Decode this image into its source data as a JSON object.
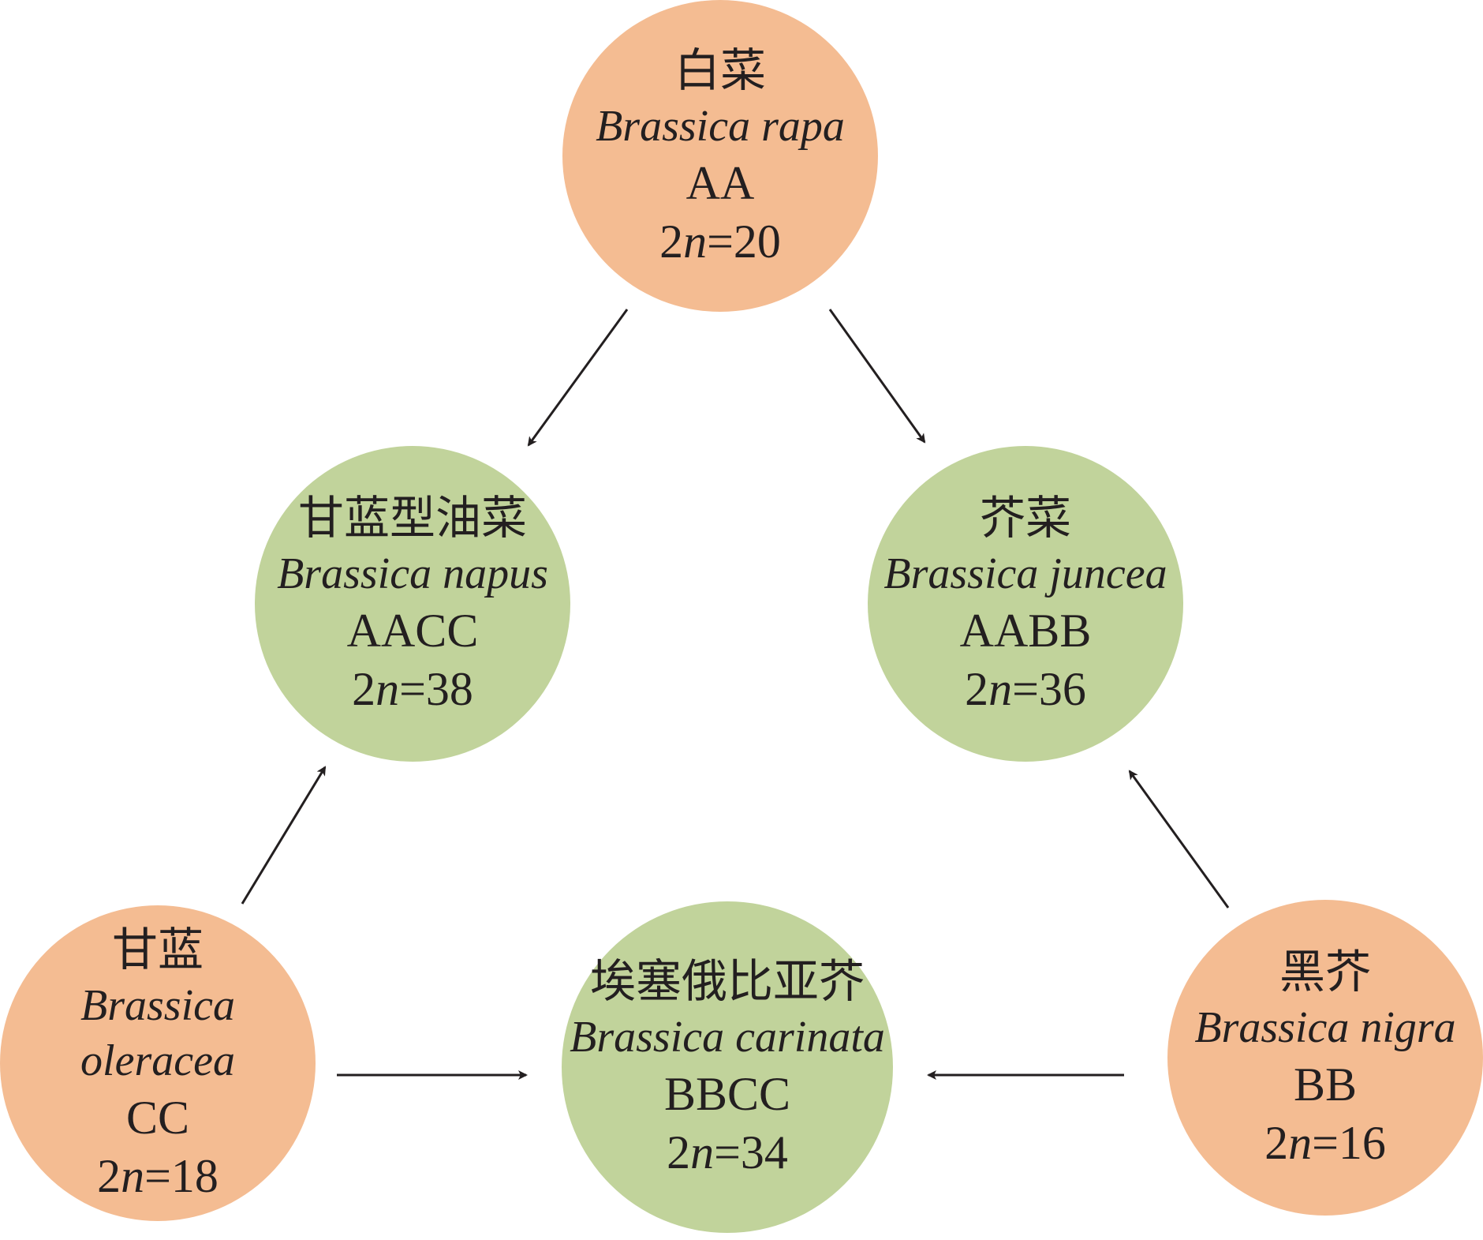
{
  "colors": {
    "diploid_fill": "#f4bc92",
    "allotetraploid_fill": "#c1d39b",
    "arrow": "#231f20",
    "text": "#231f20"
  },
  "nodes": {
    "rapa": {
      "chinese": "白菜",
      "latin": "Brassica rapa",
      "genome": "AA",
      "chrom_prefix": "2",
      "chrom_var": "n",
      "chrom_value": "=20"
    },
    "napus": {
      "chinese": "甘蓝型油菜",
      "latin": "Brassica napus",
      "genome": "AACC",
      "chrom_prefix": "2",
      "chrom_var": "n",
      "chrom_value": "=38"
    },
    "juncea": {
      "chinese": "芥菜",
      "latin": "Brassica juncea",
      "genome": "AABB",
      "chrom_prefix": "2",
      "chrom_var": "n",
      "chrom_value": "=36"
    },
    "oleracea": {
      "chinese": "甘蓝",
      "latin_line1": "Brassica",
      "latin_line2": "oleracea",
      "genome": "CC",
      "chrom_prefix": "2",
      "chrom_var": "n",
      "chrom_value": "=18"
    },
    "carinata": {
      "chinese": "埃塞俄比亚芥",
      "latin": "Brassica carinata",
      "genome": "BBCC",
      "chrom_prefix": "2",
      "chrom_var": "n",
      "chrom_value": "=34"
    },
    "nigra": {
      "chinese": "黑芥",
      "latin": "Brassica nigra",
      "genome": "BB",
      "chrom_prefix": "2",
      "chrom_var": "n",
      "chrom_value": "=16"
    }
  }
}
